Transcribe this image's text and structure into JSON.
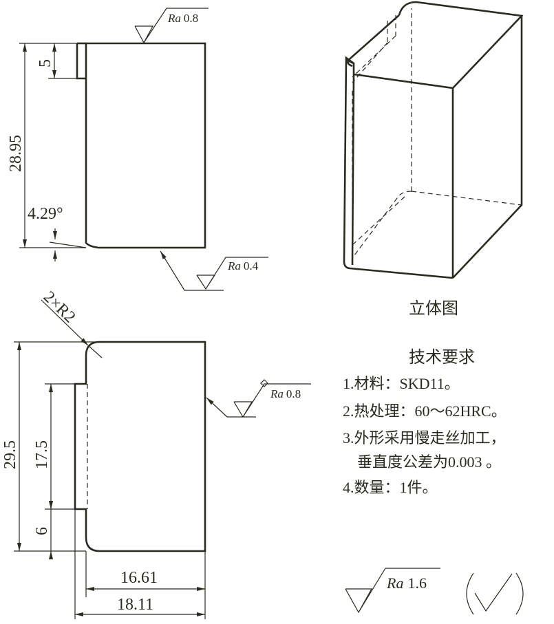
{
  "side_view": {
    "dim_step": "5",
    "dim_height": "28.95",
    "dim_angle": "4.29°",
    "rough_top": {
      "prefix": "Ra",
      "value": "0.8"
    },
    "rough_bottom": {
      "prefix": "Ra",
      "value": "0.4"
    }
  },
  "front_view": {
    "dim_radius": "2×R2",
    "dim_height": "29.5",
    "dim_slot": "17.5",
    "dim_bottom": "6",
    "dim_width_inner": "16.61",
    "dim_width_outer": "18.11",
    "rough_right": {
      "prefix": "Ra",
      "value": "0.8"
    }
  },
  "iso_view": {
    "caption": "立体图"
  },
  "tech_requirements": {
    "title": "技术要求",
    "lines": [
      "1.材料：SKD11。",
      "2.热处理：60～62HRC。",
      "3.外形采用慢走丝加工，",
      "垂直度公差为0.003 。",
      "4.数量：1件。"
    ]
  },
  "general_roughness": {
    "prefix": "Ra",
    "value": "1.6"
  }
}
